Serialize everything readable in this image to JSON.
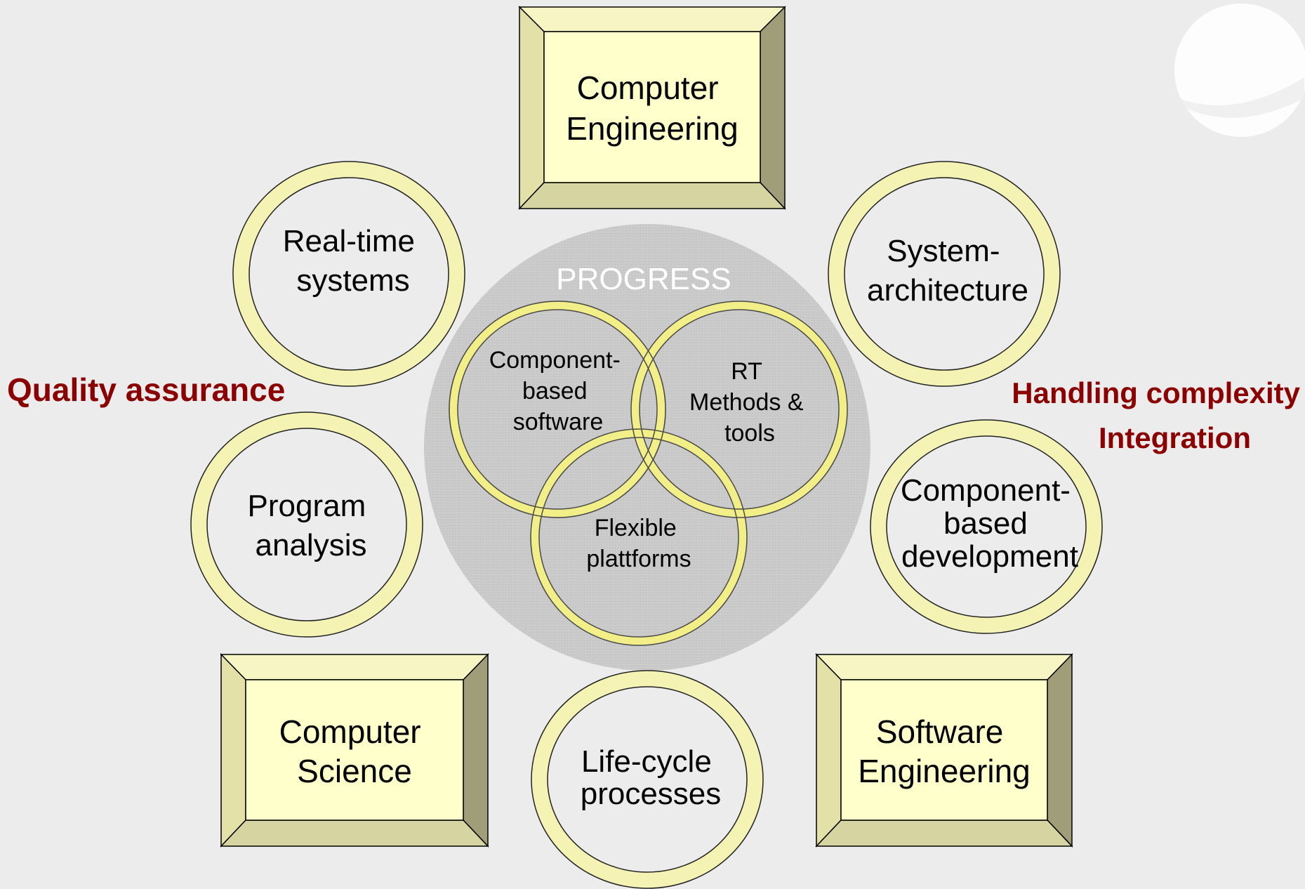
{
  "boxes": {
    "computer_engineering": [
      "Computer",
      "Engineering"
    ],
    "computer_science": [
      "Computer",
      "Science"
    ],
    "software_engineering": [
      "Software",
      "Engineering"
    ]
  },
  "rings": {
    "real_time_systems": [
      "Real-time",
      "systems"
    ],
    "system_architecture": [
      "System-",
      "architecture"
    ],
    "program_analysis": [
      "Program",
      "analysis"
    ],
    "component_based_development": [
      "Component-",
      "based",
      "development"
    ],
    "life_cycle_processes": [
      "Life-cycle",
      "processes"
    ]
  },
  "progress": {
    "title": "PROGRESS",
    "component_based_software": [
      "Component-",
      "based",
      "software"
    ],
    "rt_methods_tools": [
      "RT",
      "Methods &",
      "tools"
    ],
    "flexible_platforms": [
      "Flexible",
      "plattforms"
    ]
  },
  "themes": {
    "quality_assurance": "Quality assurance",
    "handling_complexity": "Handling complexity",
    "integration": "Integration"
  },
  "colors": {
    "background": "#ececec",
    "ring_fill": "#f4f3b4",
    "ring_stroke": "#222222",
    "box_face": "#ffffcc",
    "box_bevel_light": "#f7f5c4",
    "box_bevel_mid": "#e3e1a8",
    "box_bevel_dark": "#a09e78",
    "box_bevel_bottom": "#d6d4a0",
    "progress_disc": "#c9c9c9",
    "venn_ring": "#f2ef88",
    "theme_text": "#8b0000"
  }
}
